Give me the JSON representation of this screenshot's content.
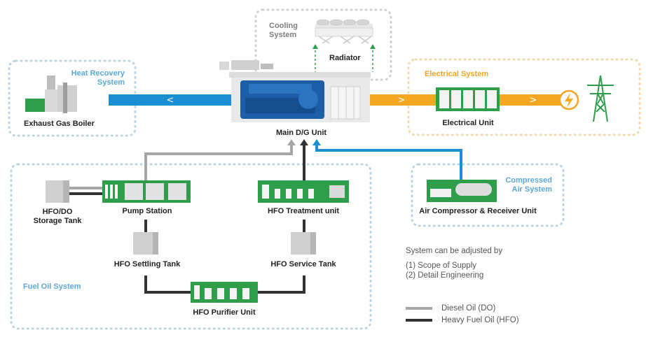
{
  "colors": {
    "blue": "#1a8fd1",
    "orange": "#f5a623",
    "green": "#2e9e4b",
    "diesel_line": "#a6a6a6",
    "hfo_line": "#333333",
    "group_border": "#b9d3e2"
  },
  "groups": {
    "cooling": "Cooling\nSystem",
    "heat_recovery": "Heat Recovery\nSystem",
    "electrical": "Electrical System",
    "compressed_air": "Compressed\nAir System",
    "fuel_oil": "Fuel Oil System"
  },
  "units": {
    "radiator": "Radiator",
    "main_dg": "Main D/G Unit",
    "exhaust_gas_boiler": "Exhaust Gas Boiler",
    "electrical_unit": "Electrical Unit",
    "air_compressor": "Air Compressor & Receiver Unit",
    "hfo_do_storage": "HFO/DO\nStorage Tank",
    "pump_station": "Pump Station",
    "hfo_treatment": "HFO Treatment unit",
    "hfo_settling": "HFO Settling Tank",
    "hfo_service": "HFO Service Tank",
    "hfo_purifier": "HFO Purifier Unit"
  },
  "icons": {
    "lightning": "lightning-icon",
    "pylon": "power-pylon-icon",
    "arrow_left": "arrow-left-icon",
    "arrow_right": "arrow-right-icon"
  },
  "notes": {
    "title": "System can be adjusted by",
    "item1": "(1) Scope of Supply",
    "item2": "(2) Detail Engineering"
  },
  "legend": {
    "diesel_oil": "Diesel Oil (DO)",
    "heavy_fuel_oil": "Heavy Fuel Oil (HFO)"
  }
}
